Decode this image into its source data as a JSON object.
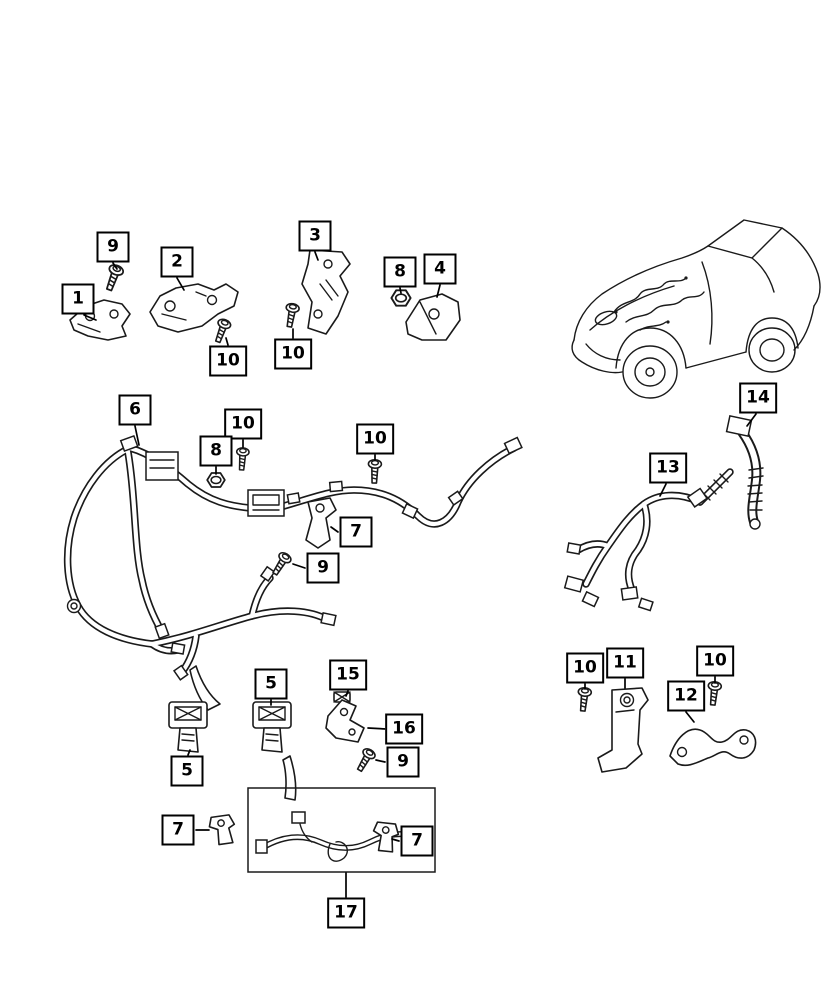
{
  "diagram": {
    "background": "#ffffff",
    "ink": "#1a1a1a",
    "callout_border": "#000000"
  },
  "callouts": [
    {
      "label": "9"
    },
    {
      "label": "1"
    },
    {
      "label": "2"
    },
    {
      "label": "10"
    },
    {
      "label": "3"
    },
    {
      "label": "10"
    },
    {
      "label": "8"
    },
    {
      "label": "4"
    },
    {
      "label": "6"
    },
    {
      "label": "10"
    },
    {
      "label": "8"
    },
    {
      "label": "10"
    },
    {
      "label": "7"
    },
    {
      "label": "9"
    },
    {
      "label": "14"
    },
    {
      "label": "13"
    },
    {
      "label": "5"
    },
    {
      "label": "15"
    },
    {
      "label": "5"
    },
    {
      "label": "16"
    },
    {
      "label": "9"
    },
    {
      "label": "10"
    },
    {
      "label": "11"
    },
    {
      "label": "10"
    },
    {
      "label": "12"
    },
    {
      "label": "7"
    },
    {
      "label": "7"
    },
    {
      "label": "17"
    }
  ]
}
